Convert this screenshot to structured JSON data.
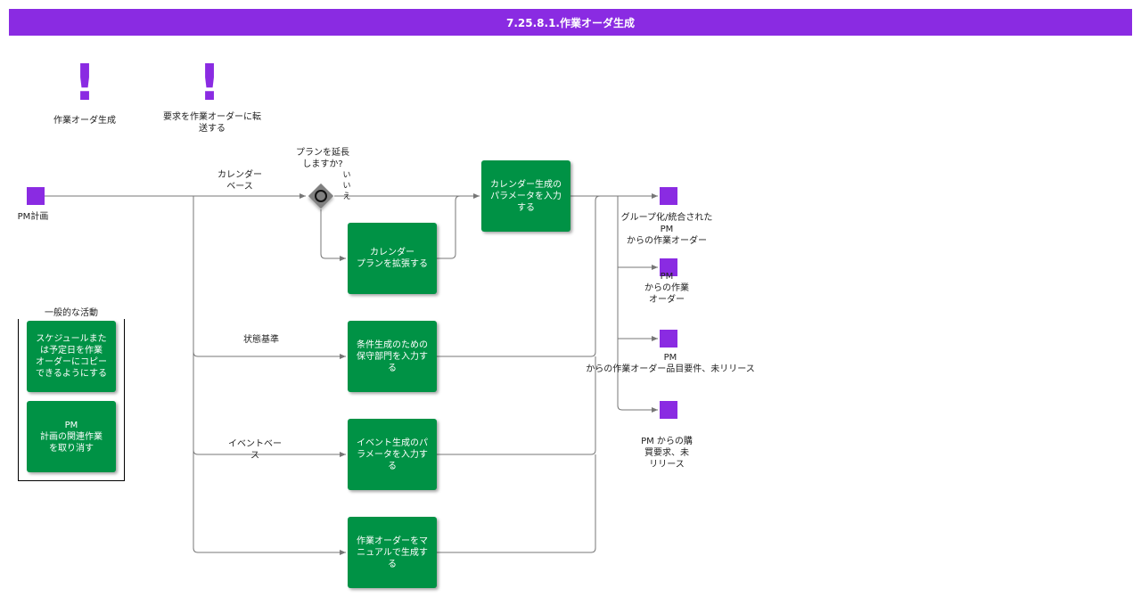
{
  "title": "7.25.8.1.作業オーダ生成",
  "markers": [
    {
      "label": "作業オーダ生成"
    },
    {
      "label": "要求を作業オーダーに転\n送する"
    }
  ],
  "start": {
    "label": "PM計画"
  },
  "gateway": {
    "question": "プランを延長\nしますか?",
    "no_label": "い\nい\nえ"
  },
  "edge_labels": {
    "calendar": "カレンダー\nベース",
    "status": "状態基準",
    "event": "イベントベー\nス"
  },
  "tasks": {
    "calendar_params": "カレンダー生成の\nパラメータを入力\nする",
    "extend_plan": "カレンダー\nプランを拡張する",
    "condition": "条件生成のための\n保守部門を入力す\nる",
    "event_params": "イベント生成のパ\nラメータを入力す\nる",
    "manual": "作業オーダーをマ\nニュアルで生成す\nる"
  },
  "outputs": [
    {
      "label": "グループ化/統合された\nPM\nからの作業オーダー"
    },
    {
      "label": "PM\nからの作業\nオーダー"
    },
    {
      "label": "PM\nからの作業オーダー品目要件、未リリース"
    },
    {
      "label": "PM からの購\n買要求、未\nリリース"
    }
  ],
  "group": {
    "title": "一般的な活動",
    "items": [
      "スケジュールまた\nは予定日を作業\nオーダーにコピー\nできるようにする",
      "PM\n計画の関連作業\nを取り消す"
    ]
  },
  "colors": {
    "header": "#8a2be2",
    "task": "#009245",
    "node": "#8a2be2",
    "gateway": "#808080"
  }
}
